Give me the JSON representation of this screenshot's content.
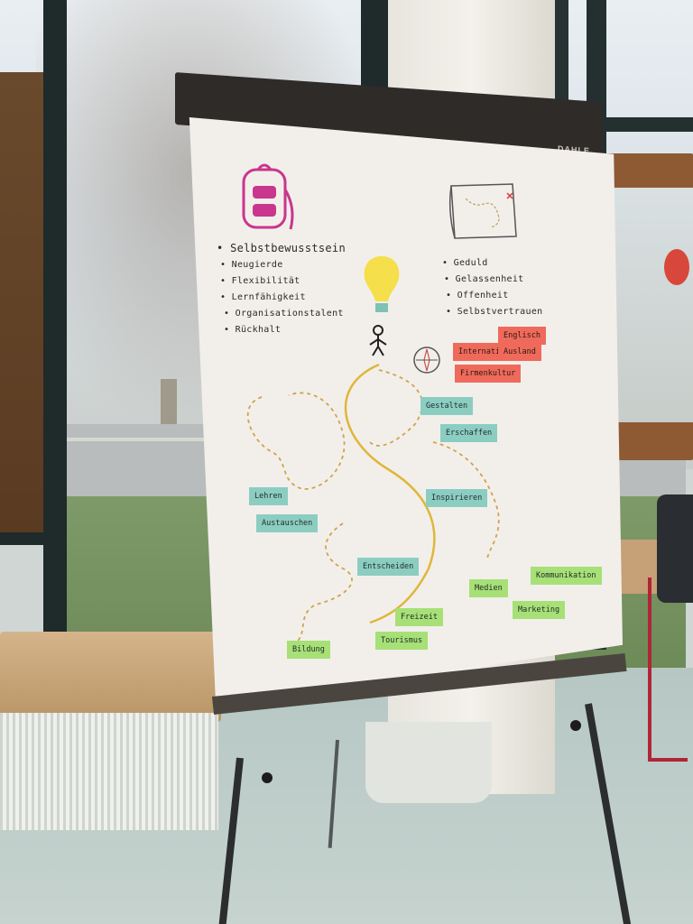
{
  "easel": {
    "brand": "DAHLE"
  },
  "flipchart": {
    "left_list": [
      "Selbstbewusstsein",
      "Neugierde",
      "Flexibilität",
      "Lernfähigkeit",
      "Organisationstalent",
      "Rückhalt"
    ],
    "right_list": [
      "Geduld",
      "Gelassenheit",
      "Offenheit",
      "Selbstvertrauen"
    ],
    "red_cards": [
      "Englisch",
      "International",
      "Ausland",
      "Firmenkultur"
    ],
    "blue_cards": [
      "Gestalten",
      "Erschaffen",
      "Lehren",
      "Austauschen",
      "Inspirieren",
      "Entscheiden"
    ],
    "green_cards": [
      "Kommunikation",
      "Medien",
      "Marketing",
      "Freizeit",
      "Tourismus",
      "Bildung"
    ]
  },
  "colors": {
    "blue_card": "#8ccdc2",
    "green_card": "#a7e076",
    "red_card": "#ef6a5a",
    "bulb": "#f5df4a",
    "path": "#e0b63a",
    "backpack": "#c9368d"
  },
  "icons": [
    "backpack-icon",
    "treasure-map-icon",
    "lightbulb-icon",
    "compass-icon",
    "person-icon"
  ]
}
